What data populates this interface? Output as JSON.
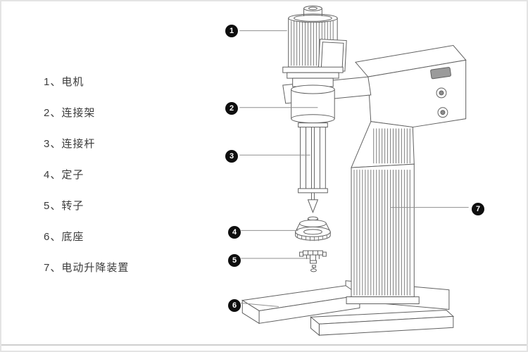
{
  "legend": {
    "items": [
      {
        "label": "1、电机"
      },
      {
        "label": "2、连接架"
      },
      {
        "label": "3、连接杆"
      },
      {
        "label": "4、定子"
      },
      {
        "label": "5、转子"
      },
      {
        "label": "6、底座"
      },
      {
        "label": "7、电动升降装置"
      }
    ]
  },
  "callouts": [
    "1",
    "2",
    "3",
    "4",
    "5",
    "6",
    "7"
  ],
  "colors": {
    "line": "#606060",
    "hatch": "#7e7e7e",
    "leader": "#8f8f8f",
    "badge_bg": "#0e0e0e",
    "badge_text": "#ffffff",
    "background": "#ffffff",
    "frame": "#e4e4e4",
    "text": "#3b3b3b"
  }
}
